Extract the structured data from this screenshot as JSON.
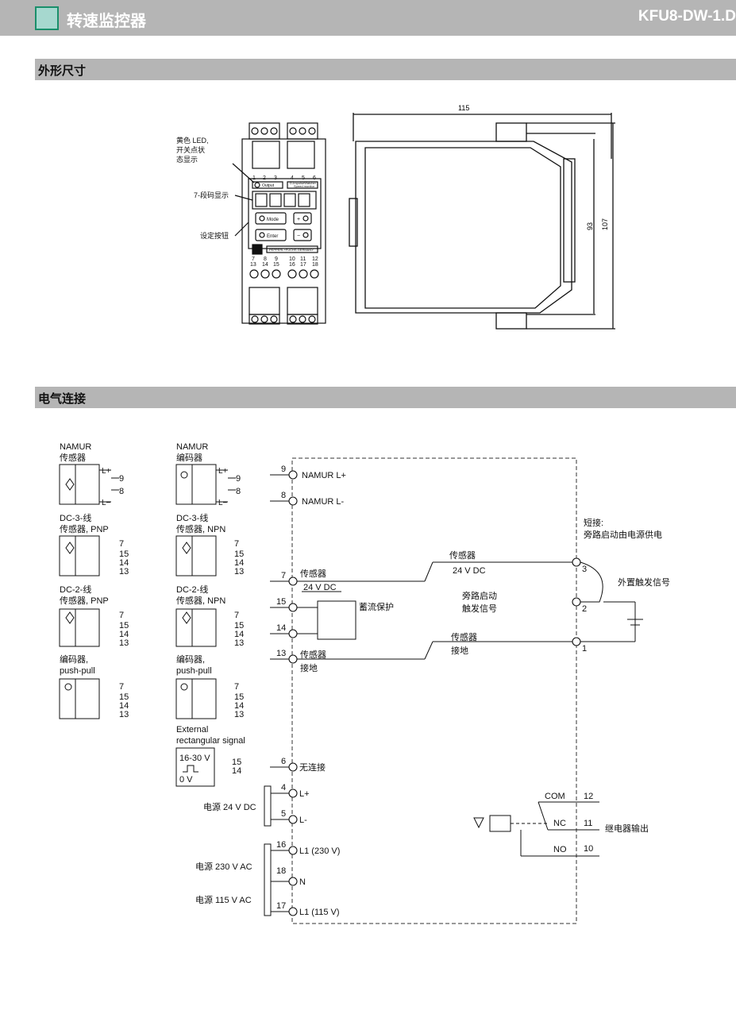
{
  "header": {
    "title": "转速监控器",
    "model": "KFU8-DW-1.D"
  },
  "sections": {
    "dimensions": "外形尺寸",
    "electrical": "电气连接"
  },
  "front": {
    "led_label_1": "黄色 LED,",
    "led_label_2": "开关点状",
    "led_label_3": "态显示",
    "display_label": "7-段码显示",
    "buttons_label": "设定按钮",
    "top_terms": [
      "1",
      "2",
      "3",
      "4",
      "5",
      "6"
    ],
    "output": "Output",
    "device_name_1": "D-ImpulseWatcher",
    "device_name_2": "Speed monitor",
    "mode": "Mode",
    "enter": "Enter",
    "plus": "+",
    "minus": "−",
    "row1": [
      "7",
      "8",
      "9",
      "10",
      "11",
      "12"
    ],
    "row2": [
      "13",
      "14",
      "15",
      "16",
      "17",
      "18"
    ],
    "brand": "PEPPERL+FUCHS GERMANY"
  },
  "side": {
    "width": "115",
    "h1": "93",
    "h2": "107"
  },
  "sensors": {
    "namur_sensor_1": "NAMUR",
    "namur_sensor_2": "传感器",
    "namur_encoder_1": "NAMUR",
    "namur_encoder_2": "编码器",
    "dc3_pnp_1": "DC-3-线",
    "dc3_pnp_2": "传感器, PNP",
    "dc3_npn_1": "DC-3-线",
    "dc3_npn_2": "传感器, NPN",
    "dc2_pnp_1": "DC-2-线",
    "dc2_pnp_2": "传感器, PNP",
    "dc2_npn_1": "DC-2-线",
    "dc2_npn_2": "传感器, NPN",
    "enc_pp_1": "编码器,",
    "enc_pp_2": "push-pull",
    "enc_pp2_1": "编码器,",
    "enc_pp2_2": "push-pull",
    "ext_1": "External",
    "ext_2": "rectangular signal",
    "ext_v1": "16-30 V",
    "ext_v0": "0 V",
    "lplus": "L+",
    "lminus": "L−"
  },
  "terms": {
    "t9": "9",
    "t8": "8",
    "t7": "7",
    "t15": "15",
    "t14": "14",
    "t13": "13",
    "t6": "6",
    "t4": "4",
    "t5": "5",
    "t16": "16",
    "t18": "18",
    "t17": "17",
    "t3": "3",
    "t2": "2",
    "t1": "1",
    "t12": "12",
    "t11": "11",
    "t10": "10"
  },
  "wiring": {
    "namur_lp": "NAMUR L+",
    "namur_lm": "NAMUR L-",
    "sensor": "传感器",
    "v24": "24 V DC",
    "surge": "蓄流保护",
    "sensor_gnd": "传感器",
    "gnd": "接地",
    "short_1": "短接:",
    "short_2": "旁路启动由电源供电",
    "r_sensor": "传感器",
    "r_24": "24 V DC",
    "bypass_1": "旁路启动",
    "bypass_2": "触发信号",
    "ext_trigger": "外置触发信号",
    "r_sensor_gnd": "传感器",
    "r_gnd": "接地",
    "noconn": "无连接",
    "lp": "L+",
    "lm": "L-",
    "l1_230": "L1 (230 V)",
    "n": "N",
    "l1_115": "L1 (115 V)",
    "ps24": "电源 24 V DC",
    "ps230": "电源 230 V AC",
    "ps115": "电源 115 V AC",
    "com": "COM",
    "nc": "NC",
    "no": "NO",
    "relay": "继电器输出"
  }
}
